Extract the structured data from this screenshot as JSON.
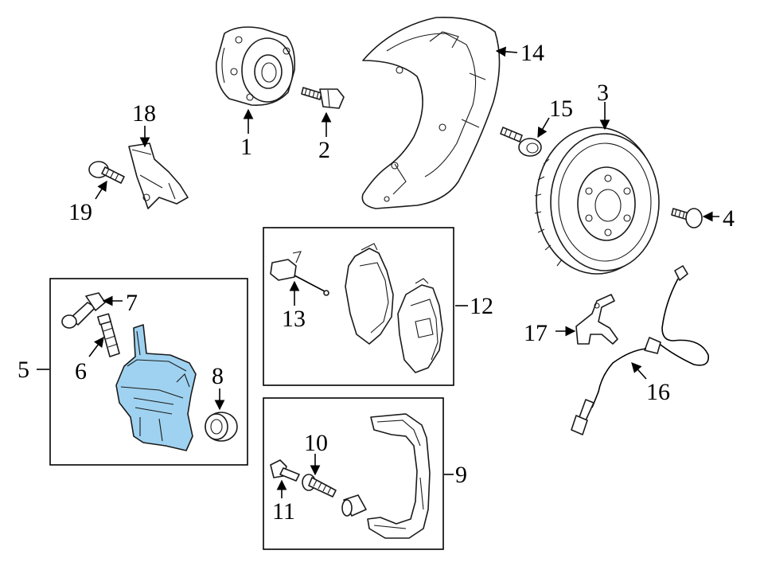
{
  "callouts": [
    {
      "id": "1",
      "text": "1"
    },
    {
      "id": "2",
      "text": "2"
    },
    {
      "id": "3",
      "text": "3"
    },
    {
      "id": "4",
      "text": "4"
    },
    {
      "id": "5",
      "text": "5"
    },
    {
      "id": "6",
      "text": "6"
    },
    {
      "id": "7",
      "text": "7"
    },
    {
      "id": "8",
      "text": "8"
    },
    {
      "id": "9",
      "text": "9"
    },
    {
      "id": "10",
      "text": "10"
    },
    {
      "id": "11",
      "text": "11"
    },
    {
      "id": "12",
      "text": "12"
    },
    {
      "id": "13",
      "text": "13"
    },
    {
      "id": "14",
      "text": "14"
    },
    {
      "id": "15",
      "text": "15"
    },
    {
      "id": "16",
      "text": "16"
    },
    {
      "id": "17",
      "text": "17"
    },
    {
      "id": "18",
      "text": "18"
    },
    {
      "id": "19",
      "text": "19"
    }
  ],
  "colors": {
    "highlight": "#9fd2f0",
    "line": "#1a1a1a",
    "background": "#ffffff"
  }
}
